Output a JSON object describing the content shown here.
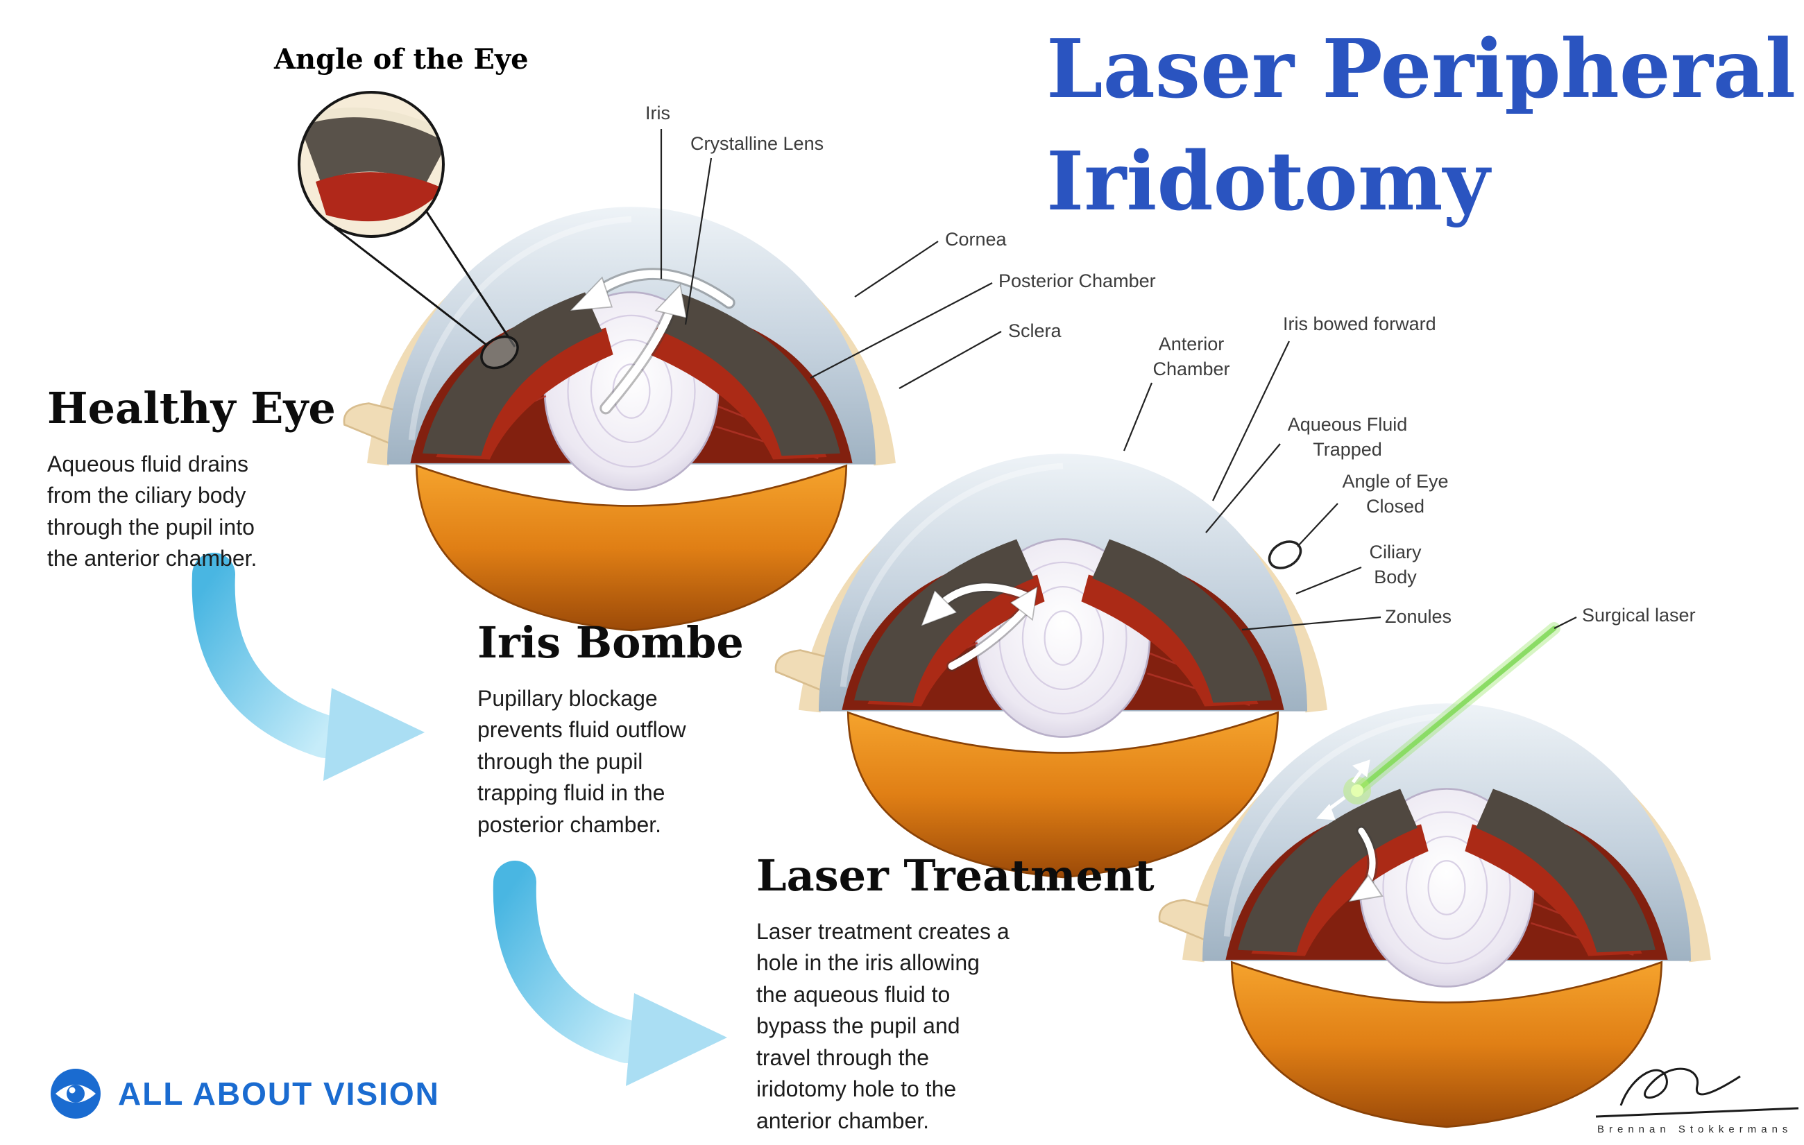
{
  "title": {
    "line1": "Laser Peripheral",
    "line2": "Iridotomy"
  },
  "inset": {
    "label": "Angle of the Eye"
  },
  "anatomy_labels": {
    "iris": "Iris",
    "crystalline_lens": "Crystalline Lens",
    "cornea": "Cornea",
    "posterior_chamber": "Posterior Chamber",
    "sclera": "Sclera",
    "anterior_chamber": "Anterior Chamber",
    "iris_bowed_forward": "Iris bowed forward",
    "aqueous_fluid_trapped": "Aqueous Fluid Trapped",
    "angle_of_eye_closed": "Angle of Eye Closed",
    "ciliary_body": "Ciliary Body",
    "zonules": "Zonules",
    "surgical_laser": "Surgical laser"
  },
  "stages": {
    "healthy_eye": {
      "heading": "Healthy Eye",
      "description": "Aqueous fluid drains from the ciliary body through the pupil into the  anterior chamber."
    },
    "iris_bombe": {
      "heading": "Iris Bombe",
      "description": "Pupillary blockage prevents fluid outflow through the pupil trapping fluid in the posterior chamber."
    },
    "laser_treatment": {
      "heading": "Laser Treatment",
      "description": "Laser treatment creates a hole in the iris allowing the aqueous fluid to bypass the pupil and travel through the iridotomy hole to the anterior chamber."
    }
  },
  "branding": {
    "logo_text": "ALL ABOUT VISION"
  },
  "credit": {
    "artist": "Brennan Stokkermans"
  },
  "colors": {
    "title_blue": "#2a54c0",
    "logo_blue": "#1a6bd0",
    "arrow_blue": "#7fd0ec",
    "laser_green": "#4fc62e",
    "iris_red": "#ab2a16",
    "vitreous_orange": "#e07f15",
    "sclera_cream": "#f0dcb6"
  }
}
